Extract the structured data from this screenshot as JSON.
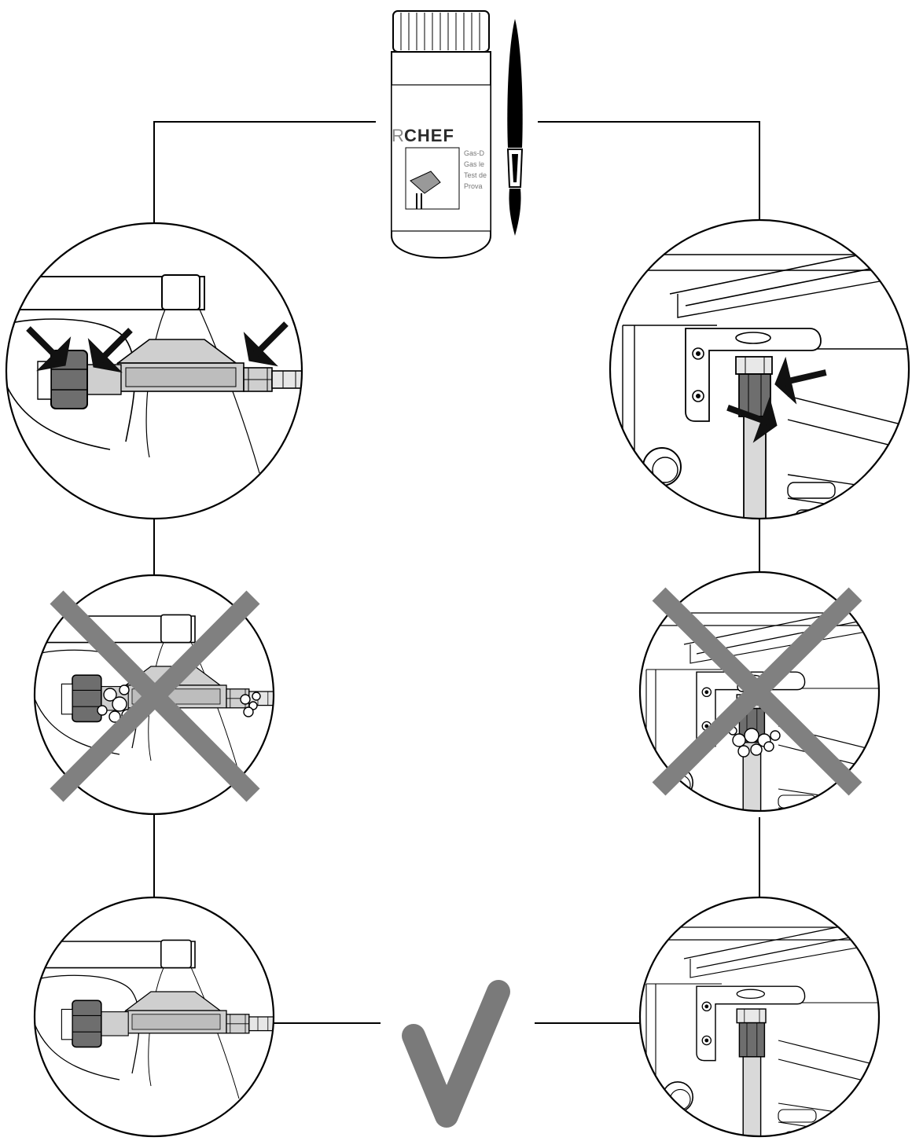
{
  "bottle": {
    "brand_prefix": "R",
    "brand": "CHEF",
    "label_lines": [
      "Gas-D",
      "Gas le",
      "Test de",
      "Prova"
    ]
  },
  "colors": {
    "line": "#000000",
    "cross": "#808080",
    "check": "#7a7a7a",
    "hose": "#d9d9d9",
    "regulator": "#cfcfcf",
    "nut": "#6e6e6e",
    "arrow": "#111111"
  },
  "icons": [
    "brush-icon",
    "leak-arrow-icon",
    "cross-icon",
    "check-icon",
    "bubble-icon"
  ]
}
